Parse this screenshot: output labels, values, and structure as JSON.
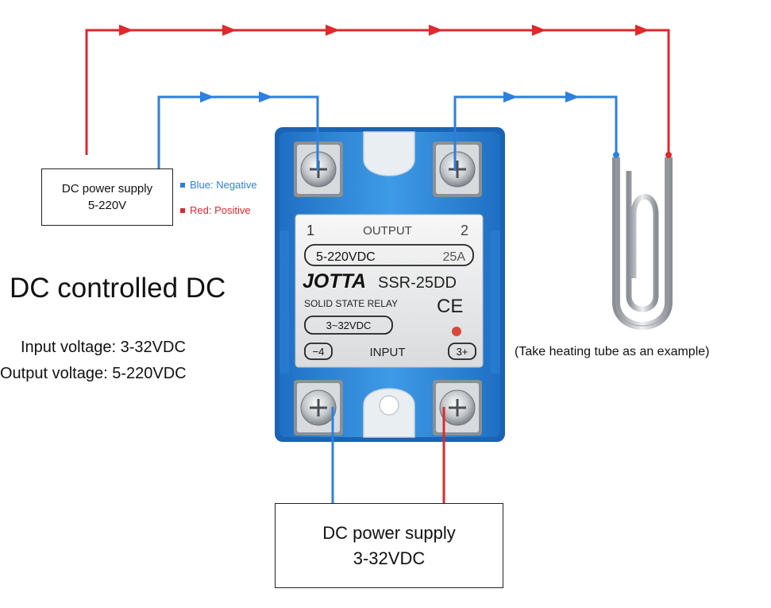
{
  "title": "DC controlled DC",
  "specs": {
    "input_voltage": "Input voltage: 3-32VDC",
    "output_voltage": "Output voltage: 5-220VDC"
  },
  "supply_top": {
    "line1": "DC power supply",
    "line2": "5-220V"
  },
  "supply_bottom": {
    "line1": "DC power supply",
    "line2": "3-32VDC"
  },
  "legend": {
    "blue": {
      "label": "Blue: Negative",
      "color": "#2d7fe0"
    },
    "red": {
      "label": "Red: Positive",
      "color": "#e0282d"
    }
  },
  "relay": {
    "terminal_1": "1",
    "terminal_2": "2",
    "output_label": "OUTPUT",
    "output_range": "5-220VDC",
    "rating": "25A",
    "brand": "JOTTA",
    "model": "SSR-25DD",
    "type_label": "SOLID STATE RELAY",
    "ce_mark": "CE",
    "input_range": "3~32VDC",
    "terminal_4": "−4",
    "input_label": "INPUT",
    "terminal_3": "3+"
  },
  "load_caption": "(Take heating tube as an example)",
  "colors": {
    "wire_red": "#e0282d",
    "wire_blue": "#2d7fe0",
    "relay_body": "#2f8bd8"
  }
}
